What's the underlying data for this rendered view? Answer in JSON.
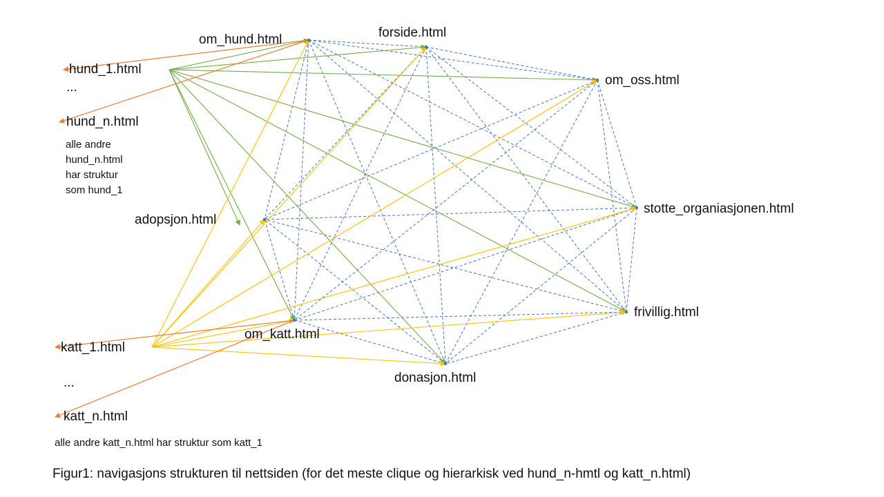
{
  "pages": {
    "om_hund": "om_hund.html",
    "forside": "forside.html",
    "om_oss": "om_oss.html",
    "stotte": "stotte_organiasjonen.html",
    "frivillig": "frivillig.html",
    "donasjon": "donasjon.html",
    "om_katt": "om_katt.html",
    "adopsjon": "adopsjon.html",
    "hund_1": "hund_1.html",
    "hund_n": "hund_n.html",
    "katt_1": "katt_1.html",
    "katt_n": "katt_n.html"
  },
  "ellipsis_hund": "...",
  "ellipsis_katt": "...",
  "note_hund": [
    "alle andre",
    "hund_n.html",
    "har struktur",
    "som hund_1"
  ],
  "note_katt": "alle andre katt_n.html har struktur som katt_1",
  "caption": "Figur1: navigasjons strukturen til nettsiden (for det meste clique og hierarkisk ved hund_n-hmtl og katt_n.html)",
  "colors": {
    "clique": "#4472C4",
    "hund_links": "#70AD47",
    "katt_links": "#FFC000",
    "hierarchy": "#ED7D31"
  }
}
